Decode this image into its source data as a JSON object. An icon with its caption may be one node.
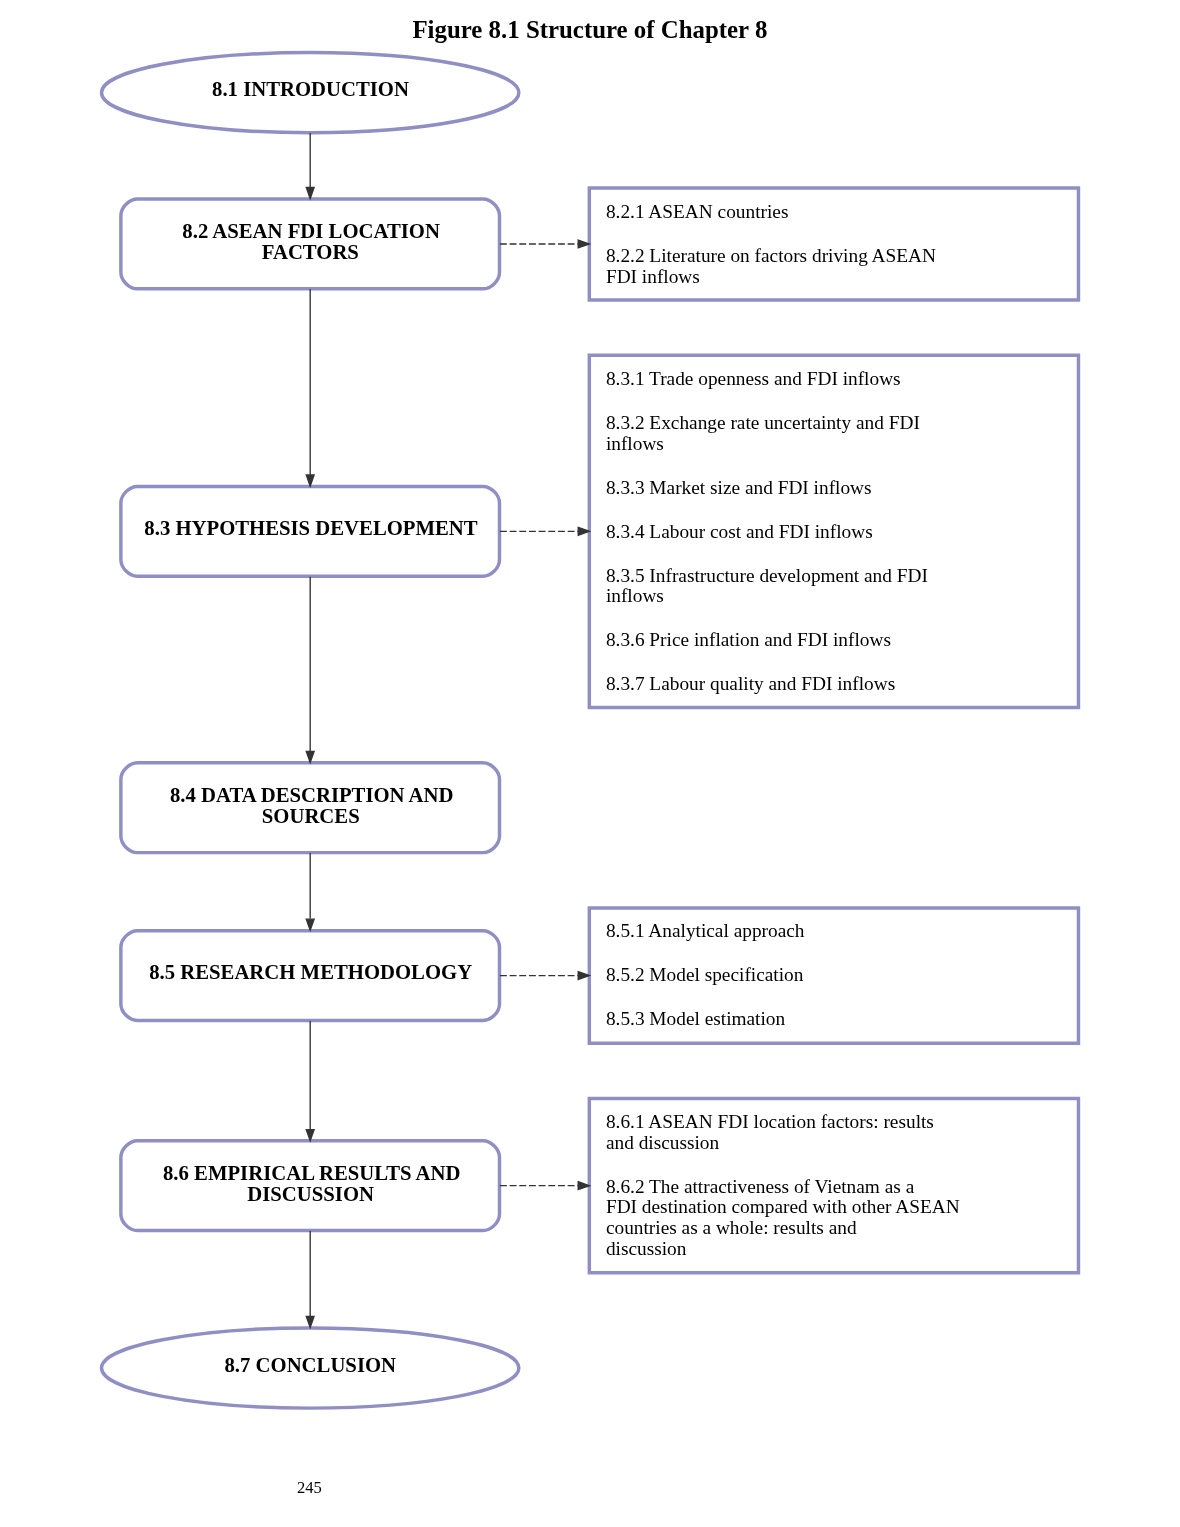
{
  "diagram": {
    "title": "Figure 8.1 Structure of Chapter 8",
    "nodes": [
      {
        "text": [
          "8.1 INTRODUCTION"
        ]
      },
      {
        "text": [
          "8.2 ASEAN FDI LOCATION FACTORS"
        ]
      },
      {
        "text": [
          "8.3 HYPOTHESIS DEVELOPMENT"
        ]
      },
      {
        "text": [
          "8.4 DATA DESCRIPTION AND SOURCES"
        ]
      },
      {
        "text": [
          "8.5 RESEARCH METHODOLOGY"
        ]
      },
      {
        "text": [
          "8.6 EMPIRICAL RESULTS AND DISCUSSION"
        ]
      },
      {
        "text": [
          "8.7 CONCLUSION"
        ]
      },
      {
        "text": [
          "8.2.1 ASEAN countries",
          "8.2.2 Literature on factors driving ASEAN FDI inflows"
        ]
      },
      {
        "text": [
          "8.3.1 Trade openness and FDI inflows",
          "8.3.2 Exchange rate uncertainty and FDI inflows",
          "8.3.3 Market size and FDI inflows",
          "8.3.4 Labour cost and FDI inflows",
          "8.3.5 Infrastructure development and FDI inflows",
          "8.3.6 Price inflation and FDI inflows",
          "8.3.7 Labour quality and FDI inflows"
        ]
      },
      {
        "text": [
          "8.5.1 Analytical approach",
          "8.5.2 Model specification",
          "8.5.3 Model estimation"
        ]
      },
      {
        "text": [
          "8.6.1 ASEAN FDI location factors: results and discussion",
          "8.6.2 The attractiveness of Vietnam as a FDI destination compared with other ASEAN countries as a whole: results and discussion"
        ]
      }
    ],
    "edges": [
      {
        "from": 0,
        "to": 1,
        "arrow": "to"
      },
      {
        "from": 1,
        "to": 7,
        "arrow": "to",
        "style": "dashed"
      },
      {
        "from": 1,
        "to": 2,
        "arrow": "to"
      },
      {
        "from": 2,
        "to": 8,
        "arrow": "to",
        "style": "dashed"
      },
      {
        "from": 2,
        "to": 3,
        "arrow": "to"
      },
      {
        "from": 3,
        "to": 4,
        "arrow": "to"
      },
      {
        "from": 4,
        "to": 9,
        "arrow": "to",
        "style": "dashed"
      },
      {
        "from": 4,
        "to": 5,
        "arrow": "to"
      },
      {
        "from": 5,
        "to": 10,
        "arrow": "to",
        "style": "dashed"
      },
      {
        "from": 5,
        "to": 6,
        "arrow": "to"
      }
    ],
    "labels": [
      "245"
    ]
  }
}
